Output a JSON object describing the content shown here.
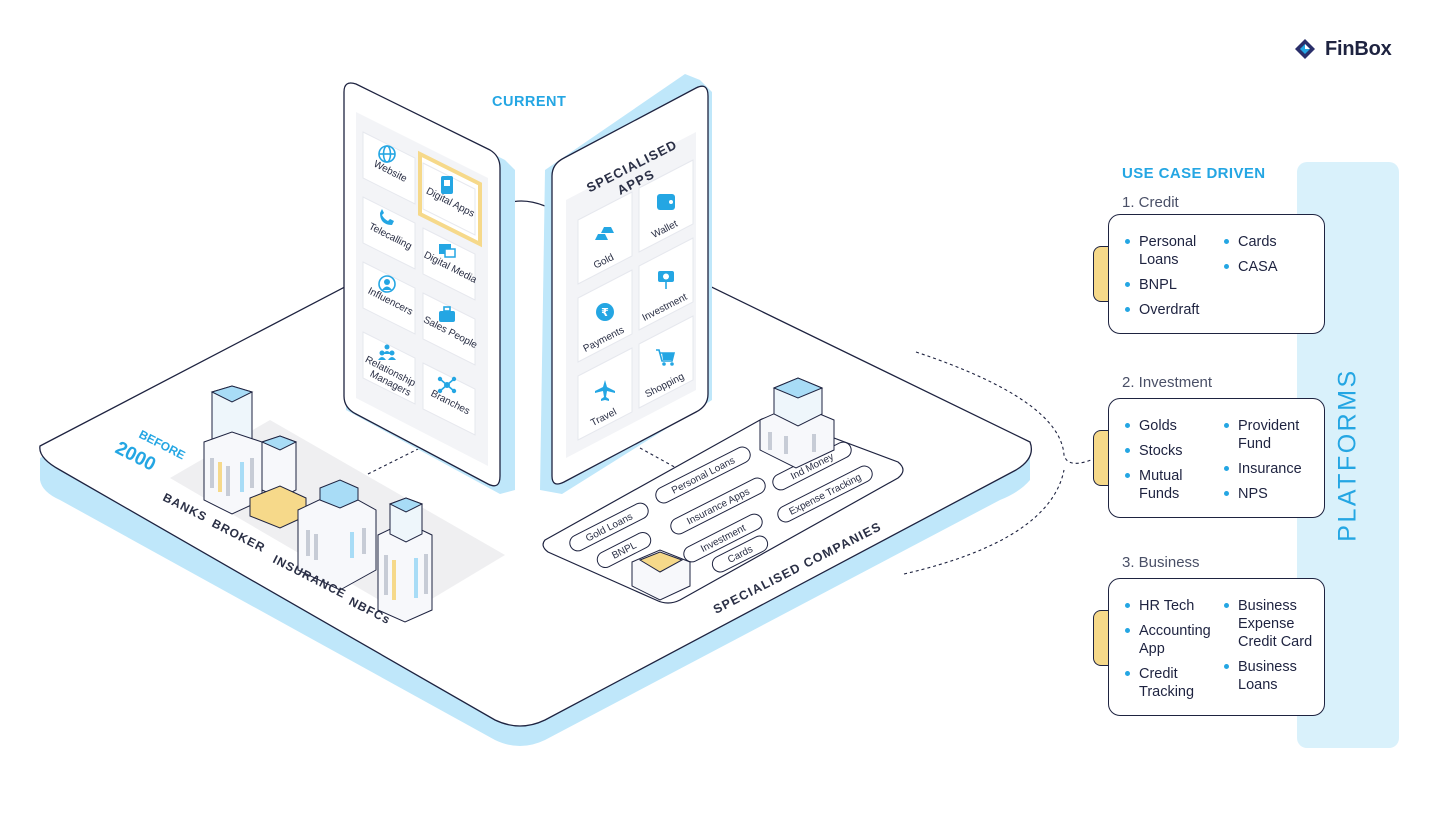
{
  "brand": {
    "name": "FinBox"
  },
  "current_label": "CURRENT",
  "before_label": [
    "BEFORE",
    "2000"
  ],
  "channels_phone": {
    "items": [
      "Website",
      "Digital Apps",
      "Telecalling",
      "Digital Media",
      "Influencers",
      "Sales People",
      "Relationship Managers",
      "Branches"
    ],
    "icons": [
      "globe-icon",
      "phone-app-icon",
      "phone-call-icon",
      "digital-media-icon",
      "influencer-icon",
      "briefcase-icon",
      "people-group-icon",
      "network-icon"
    ]
  },
  "apps_phone": {
    "title": [
      "SPECIALISED",
      "APPS"
    ],
    "items": [
      "Gold",
      "Wallet",
      "Payments",
      "Investment",
      "Travel",
      "Shopping"
    ],
    "icons": [
      "gold-bars-icon",
      "wallet-icon",
      "rupee-coin-icon",
      "investment-plant-icon",
      "airplane-icon",
      "shopping-cart-icon"
    ]
  },
  "institutions": [
    "BANKS",
    "BROKER",
    "INSURANCE",
    "NBFCs"
  ],
  "companies": {
    "label": "SPECIALISED COMPANIES",
    "pills": [
      "Personal Loans",
      "Ind Money",
      "Insurance Apps",
      "Expense Tracking",
      "Gold Loans",
      "Investment",
      "BNPL",
      "Cards"
    ]
  },
  "use_case_title": "USE CASE DRIVEN",
  "platforms_label": "PLATFORMS",
  "sections": [
    {
      "title": "1. Credit",
      "left": [
        "Personal Loans",
        "BNPL",
        "Overdraft"
      ],
      "right": [
        "Cards",
        "CASA"
      ]
    },
    {
      "title": "2. Investment",
      "left": [
        "Golds",
        "Stocks",
        "Mutual Funds"
      ],
      "right": [
        "Provident Fund",
        "Insurance",
        "NPS"
      ]
    },
    {
      "title": "3. Business",
      "left": [
        "HR Tech",
        "Accounting App",
        "Credit Tracking"
      ],
      "right": [
        "Business Expense Credit Card",
        "Business Loans"
      ]
    }
  ],
  "colors": {
    "accent": "#24a6e3",
    "platform_fill": "#d9f1fb",
    "base_edge": "#bfe7fa",
    "highlight": "#f6d98a",
    "outline": "#1e2340"
  }
}
